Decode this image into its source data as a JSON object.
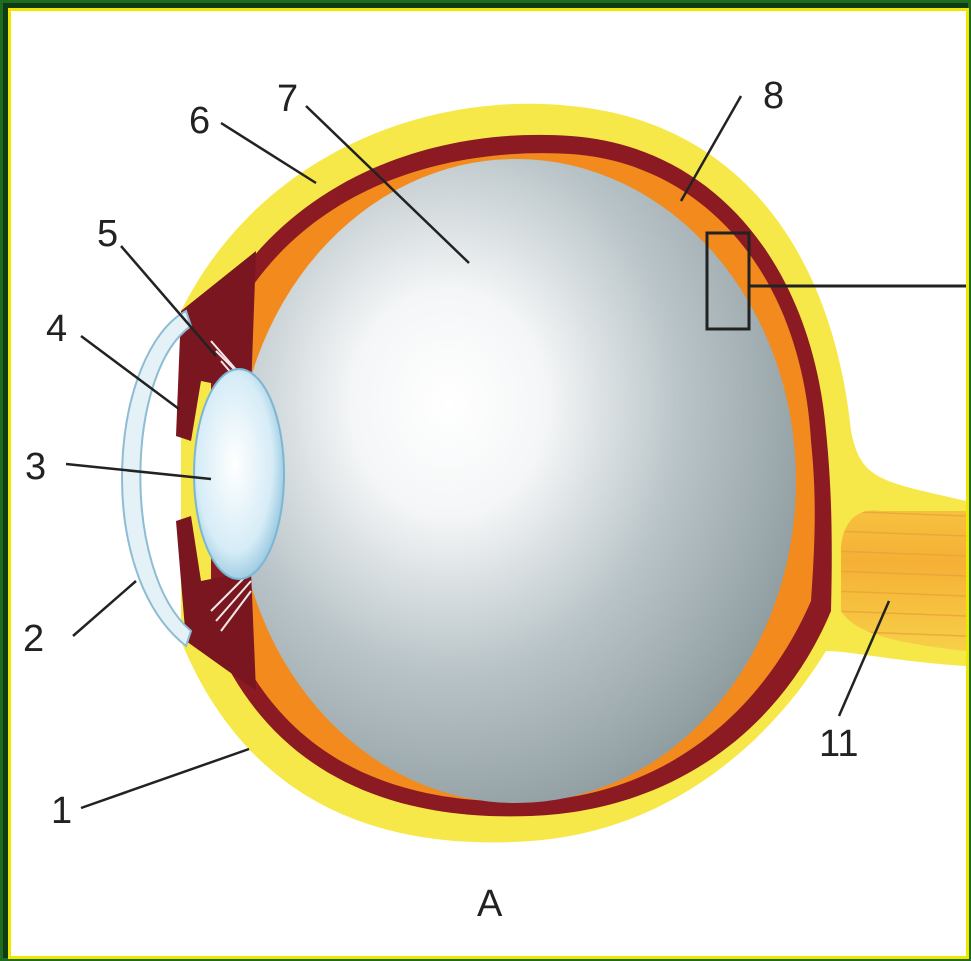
{
  "diagram": {
    "caption": "A",
    "callout_numbers": [
      "1",
      "2",
      "3",
      "4",
      "5",
      "6",
      "7",
      "8",
      "11"
    ]
  },
  "colors": {
    "background": "#ffffff",
    "outer_border": "#1f6b1f",
    "inner_border": "#f2e600",
    "sclera": "#f7e84a",
    "choroid": "#8c1a22",
    "retina": "#f28a1e",
    "vitreous": "#a9b4b8",
    "lens": "#cfe8f4",
    "cornea": "#e4f1f6",
    "optic_nerve": "#f5a623",
    "leader_lines": "#222222"
  }
}
